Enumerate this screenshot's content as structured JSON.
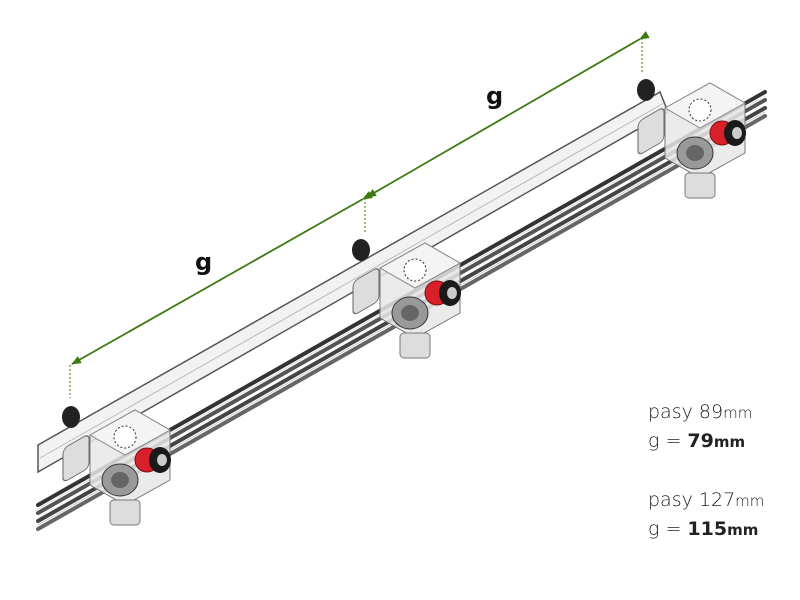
{
  "dimension_label": "g",
  "legend": [
    {
      "pasy_label": "pasy",
      "pasy_value": "89",
      "pasy_unit": "mm",
      "g_label": "g =",
      "g_value": "79",
      "g_unit": "mm"
    },
    {
      "pasy_label": "pasy",
      "pasy_value": "127",
      "pasy_unit": "mm",
      "g_label": "g =",
      "g_value": "115",
      "g_unit": "mm"
    }
  ],
  "colors": {
    "dimension": "#3d7a12",
    "strap": "#f2f2f2",
    "rod": "#4a4a4a",
    "accent": "#d8202a"
  }
}
